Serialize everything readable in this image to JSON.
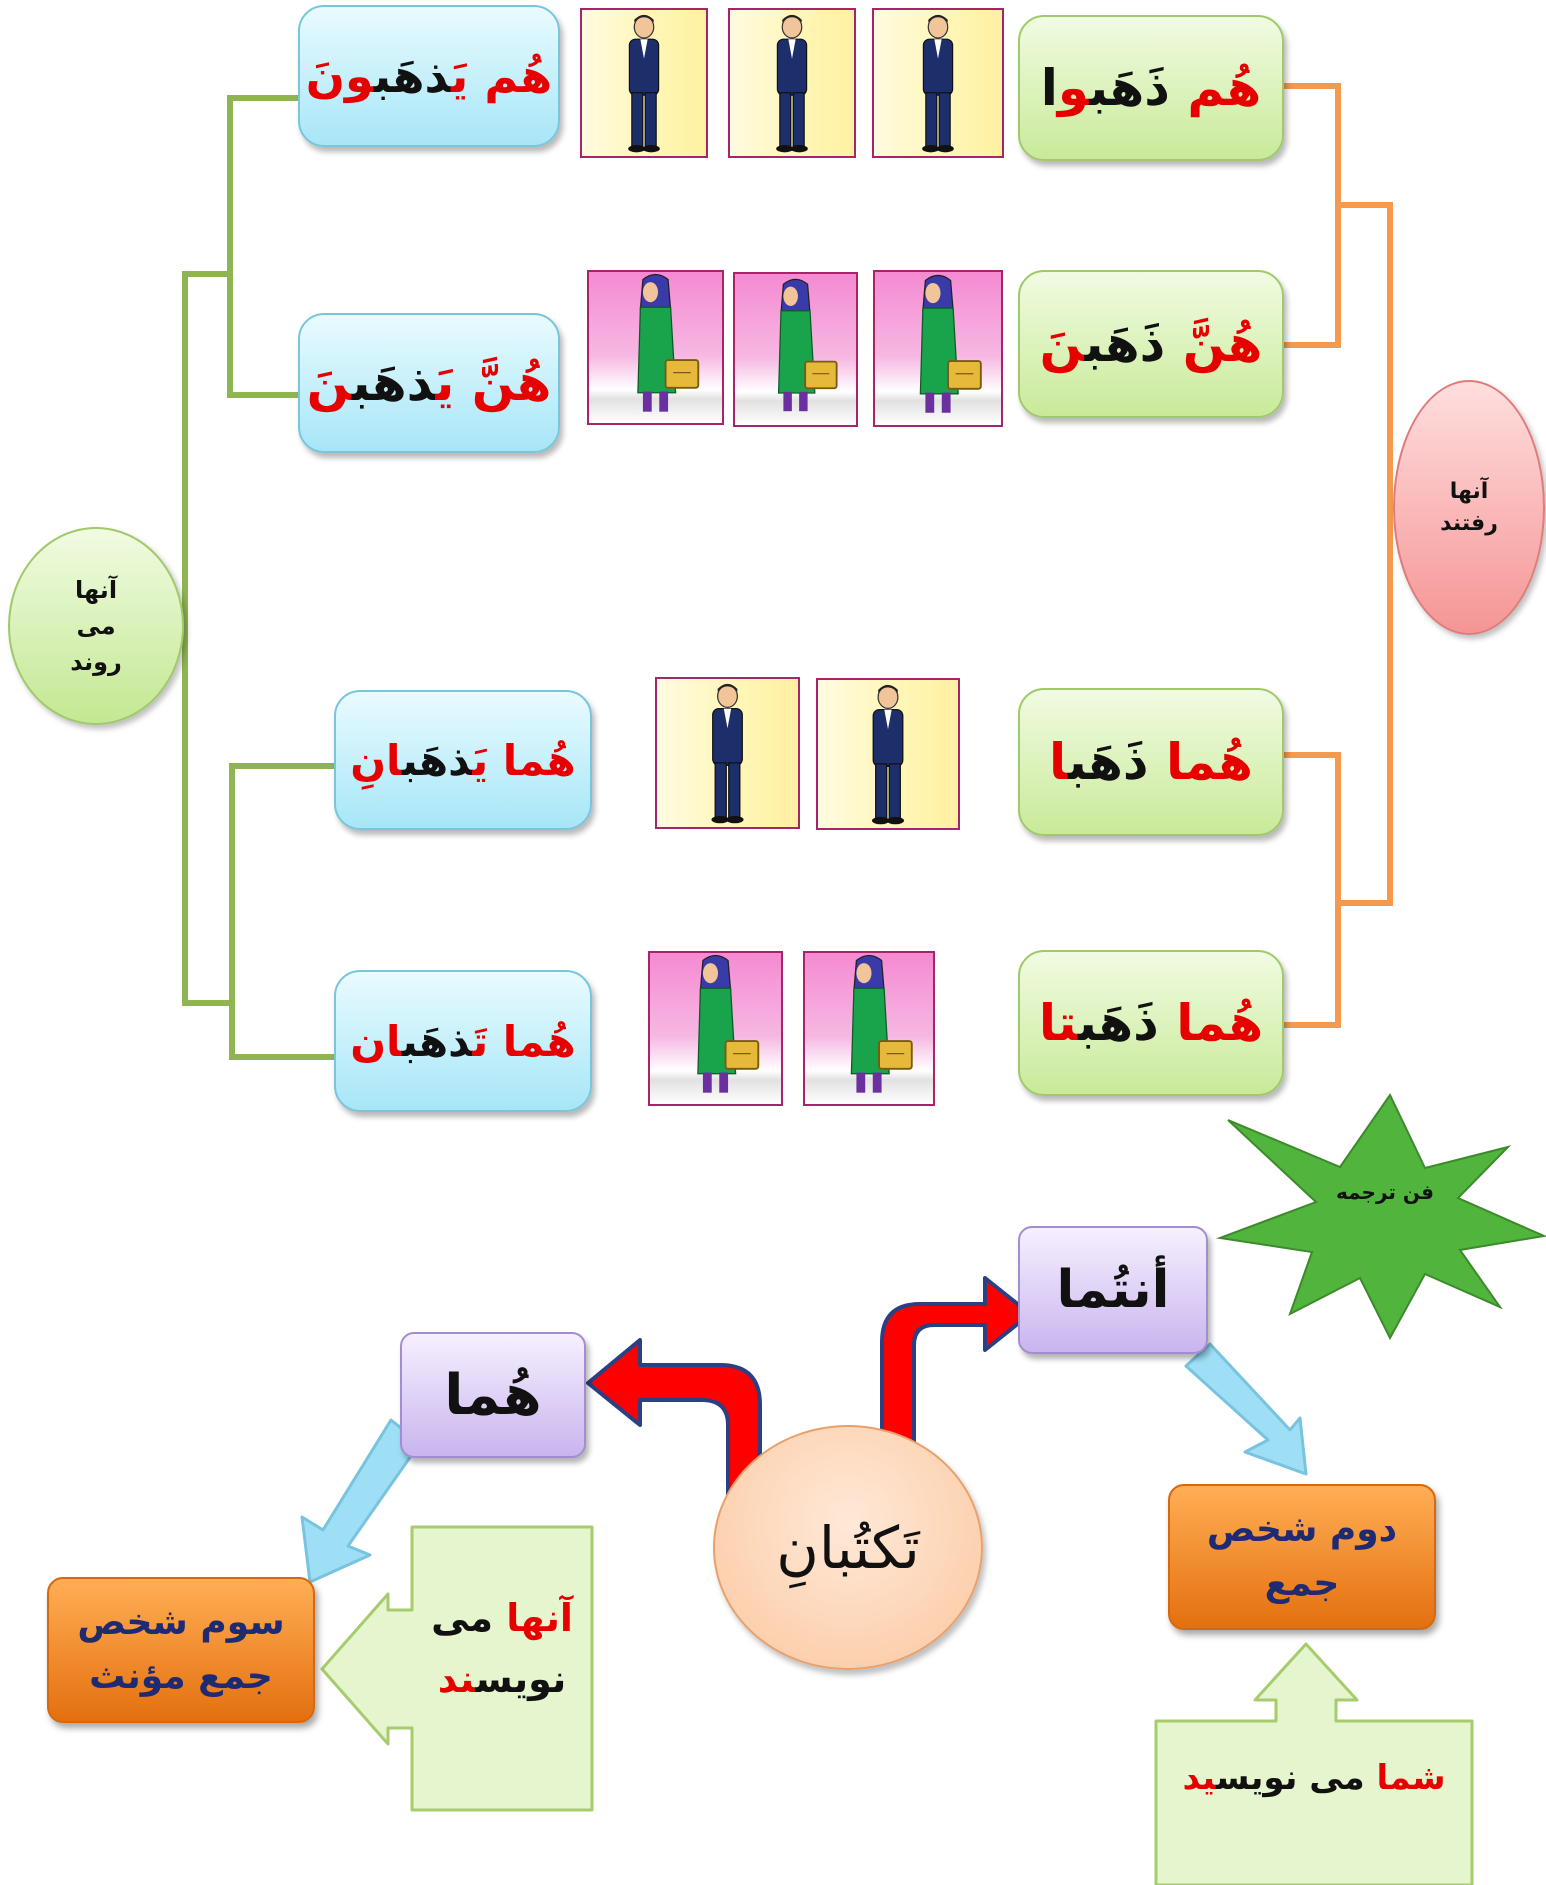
{
  "past_group": {
    "label": [
      "آنها",
      "رفتند"
    ],
    "rows": [
      {
        "pronoun": "هُم",
        "stem": "ذَهَب",
        "suffix": "و",
        "tail": "ا",
        "kind": "m"
      },
      {
        "pronoun": "هُنَّ",
        "stem": "ذَهَب",
        "suffix": "نَ",
        "tail": "",
        "kind": "f"
      },
      {
        "pronoun": "هُما",
        "stem": "ذَهَب",
        "suffix": "ا",
        "tail": "",
        "kind": "m"
      },
      {
        "pronoun": "هُما",
        "stem": "ذَهَب",
        "suffix": "تا",
        "tail": "",
        "kind": "f"
      }
    ]
  },
  "present_group": {
    "label": [
      "آنها",
      "می",
      "روند"
    ],
    "rows": [
      {
        "pronoun": "هُم",
        "prefix": "يَ",
        "stem": "ذهَب",
        "suffix": "ونَ"
      },
      {
        "pronoun": "هُنَّ",
        "prefix": "يَ",
        "stem": "ذهَب",
        "suffix": "نَ"
      },
      {
        "pronoun": "هُما",
        "prefix": "يَ",
        "stem": "ذهَب",
        "suffix": "انِ"
      },
      {
        "pronoun": "هُما",
        "prefix": "تَ",
        "stem": "ذهَب",
        "suffix": "ان"
      }
    ]
  },
  "picture_counts": [
    3,
    3,
    2,
    2
  ],
  "lower": {
    "center_word": "تَكتُبانِ",
    "left_pronoun": "هُما",
    "right_pronoun": "أنتُما",
    "starburst_label": "فن ترجمه",
    "left_result": [
      "سوم شخص",
      "جمع مؤنث"
    ],
    "right_result": [
      "دوم شخص",
      "جمع"
    ],
    "left_note": {
      "red1": "آنها",
      "black1": " می",
      "black2": "نویس",
      "red2": "ند"
    },
    "right_note": {
      "red1": "شما",
      "black1": " می نویس",
      "red2": "ید"
    }
  },
  "colors": {
    "accent_red": "#e60000",
    "green_line": "#8fb553",
    "orange_line": "#f39a4e",
    "arrow_red": "#ff0000",
    "arrow_blue": "#9edff5",
    "result_text": "#1e2a72"
  },
  "icons": {
    "man": "man-in-suit-icon",
    "woman": "woman-with-briefcase-icon"
  }
}
